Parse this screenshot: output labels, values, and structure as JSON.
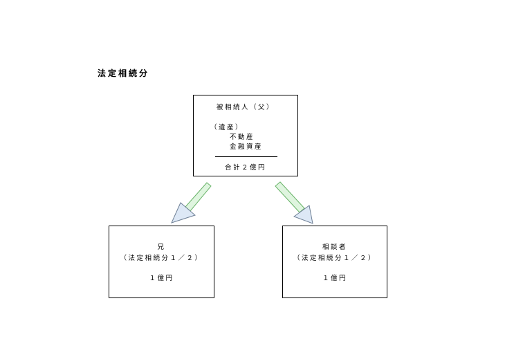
{
  "title": "法定相続分",
  "decedent": {
    "heading": "被相続人（父）",
    "estate_label": "（遺産）",
    "items": [
      "不動産",
      "金融資産"
    ],
    "total": "合計２億円"
  },
  "heirs": [
    {
      "name": "兄",
      "share": "（法定相続分１／２）",
      "amount": "１億円"
    },
    {
      "name": "相談者",
      "share": "（法定相続分１／２）",
      "amount": "１億円"
    }
  ],
  "colors": {
    "arrow_shaft_fill": "#dff5df",
    "arrow_shaft_stroke": "#6ab46a",
    "arrow_head_fill": "#dde8f6",
    "arrow_head_stroke": "#6e7f95"
  }
}
